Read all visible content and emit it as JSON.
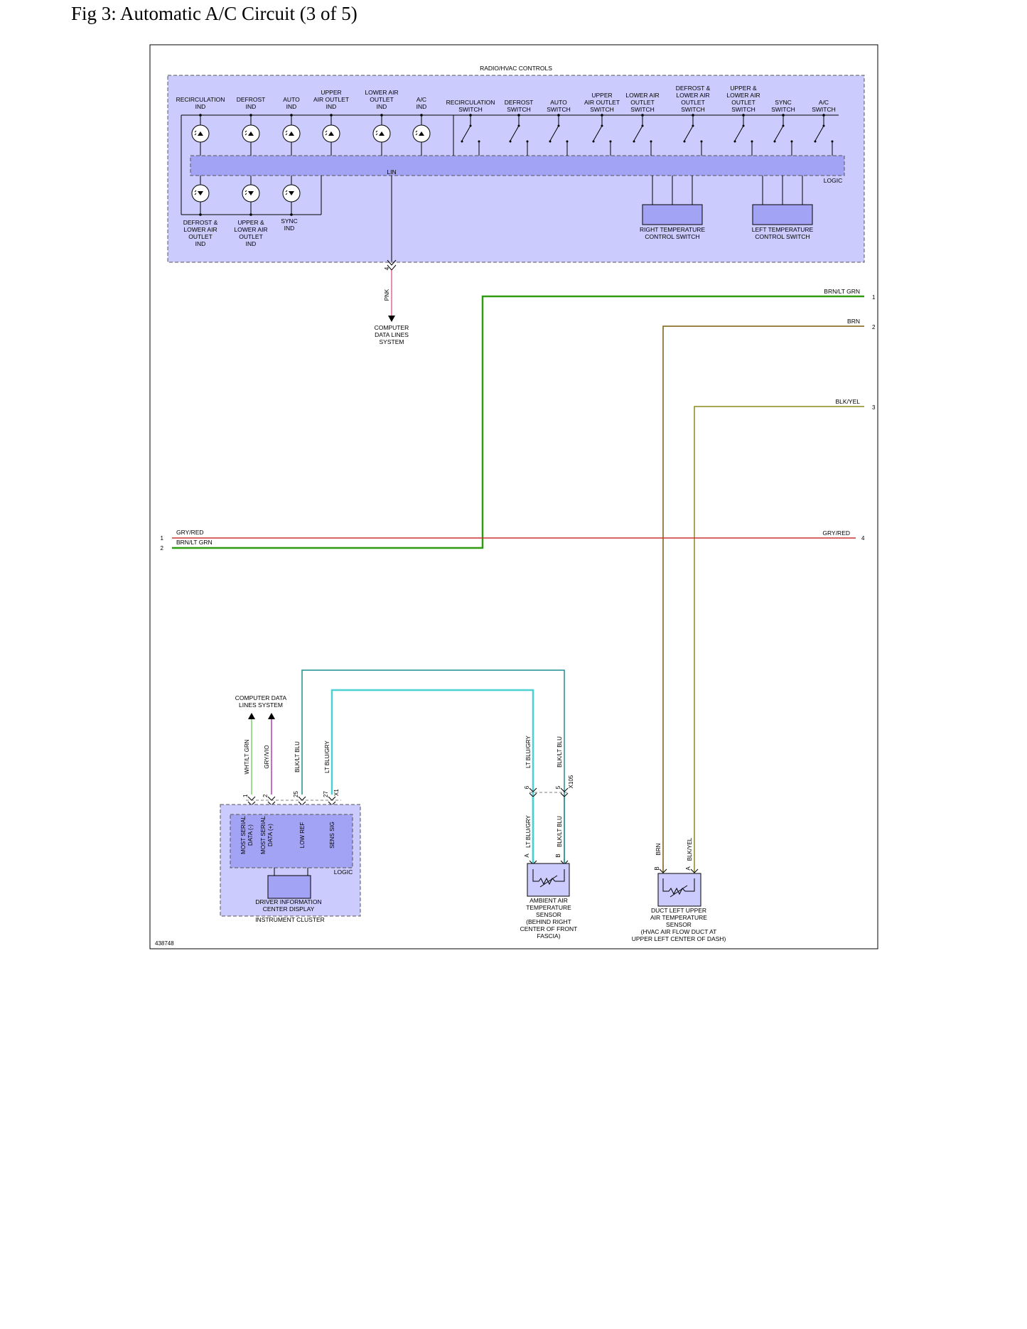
{
  "title": "Fig 3: Automatic A/C Circuit (3 of 5)",
  "diagram_id": "438748",
  "colors": {
    "module_fill": "#cbcbfd",
    "logic_fill": "#a3a3f6",
    "pnk": "#e46a8c",
    "brn_lt_grn": "#2f9b10",
    "brn": "#7a5c0c",
    "blk_yel": "#8b8b1c",
    "gry_red": "#cc3333",
    "teal": "#1e9090",
    "lt_blu": "#4cd0d0",
    "wht_lt_grn": "#7ad36a",
    "gry_vio": "#b040b0"
  },
  "radio_hvac": {
    "name": "RADIO/HVAC CONTROLS",
    "logic": "LOGIC",
    "lin": "LIN",
    "top_indicators": [
      [
        "RECIRCULATION",
        "IND"
      ],
      [
        "DEFROST",
        "IND"
      ],
      [
        "AUTO",
        "IND"
      ],
      [
        "UPPER",
        "AIR OUTLET",
        "IND"
      ],
      [
        "LOWER AIR",
        "OUTLET",
        "IND"
      ],
      [
        "A/C",
        "IND"
      ]
    ],
    "switches": [
      [
        "RECIRCULATION",
        "SWITCH"
      ],
      [
        "DEFROST",
        "SWITCH"
      ],
      [
        "AUTO",
        "SWITCH"
      ],
      [
        "UPPER",
        "AIR OUTLET",
        "SWITCH"
      ],
      [
        "LOWER AIR",
        "OUTLET",
        "SWITCH"
      ],
      [
        "DEFROST &",
        "LOWER AIR",
        "OUTLET",
        "SWITCH"
      ],
      [
        "UPPER &",
        "LOWER AIR",
        "OUTLET",
        "SWITCH"
      ],
      [
        "SYNC",
        "SWITCH"
      ],
      [
        "A/C",
        "SWITCH"
      ]
    ],
    "bottom_indicators": [
      [
        "DEFROST &",
        "LOWER AIR",
        "OUTLET",
        "IND"
      ],
      [
        "UPPER &",
        "LOWER AIR",
        "OUTLET",
        "IND"
      ],
      [
        "SYNC",
        "IND"
      ]
    ],
    "right_temp_switch": [
      "RIGHT TEMPERATURE",
      "CONTROL SWITCH"
    ],
    "left_temp_switch": [
      "LEFT TEMPERATURE",
      "CONTROL SWITCH"
    ],
    "lin_pin": "4",
    "lin_wire": "PNK"
  },
  "computer_data_lines": [
    "COMPUTER",
    "DATA LINES",
    "SYSTEM"
  ],
  "offpage_right": [
    {
      "wire": "BRN/LT GRN",
      "num": "1"
    },
    {
      "wire": "BRN",
      "num": "2"
    },
    {
      "wire": "BLK/YEL",
      "num": "3"
    },
    {
      "wire": "GRY/RED",
      "num": "4"
    }
  ],
  "offpage_left": [
    {
      "wire": "GRY/RED",
      "num": "1"
    },
    {
      "wire": "BRN/LT GRN",
      "num": "2"
    }
  ],
  "dic": {
    "data_lines_label": [
      "COMPUTER DATA",
      "LINES SYSTEM"
    ],
    "wires": [
      "WHT/LT GRN",
      "GRY/VIO",
      "BLK/LT BLU",
      "LT BLU/GRY"
    ],
    "pins": [
      "1",
      "2",
      "25",
      "27"
    ],
    "connector": "X1",
    "functions": [
      [
        "MOST SERIAL",
        "DATA (-)"
      ],
      [
        "MOST SERIAL",
        "DATA (+)"
      ],
      [
        "LOW REF"
      ],
      [
        "SENS SIG"
      ]
    ],
    "logic": "LOGIC",
    "name": [
      "DRIVER INFORMATION",
      "CENTER DISPLAY"
    ],
    "sub": "INSTRUMENT CLUSTER"
  },
  "ambient": {
    "upper_wires": [
      "LT BLU/GRY",
      "BLK/LT BLU"
    ],
    "pins": [
      "6",
      "5"
    ],
    "connector": "X105",
    "lower_wires": [
      "LT BLU/GRY",
      "BLK/LT BLU"
    ],
    "sensor_pins": [
      "A",
      "B"
    ],
    "name": [
      "AMBIENT AIR",
      "TEMPERATURE",
      "SENSOR",
      "(BEHIND RIGHT",
      "CENTER OF FRONT",
      "FASCIA)"
    ]
  },
  "duct": {
    "wires": [
      "BRN",
      "BLK/YEL"
    ],
    "pins": [
      "B",
      "A"
    ],
    "name": [
      "DUCT LEFT UPPER",
      "AIR TEMPERATURE",
      "SENSOR",
      "(HVAC AIR FLOW DUCT AT",
      "UPPER LEFT CENTER OF DASH)"
    ]
  }
}
